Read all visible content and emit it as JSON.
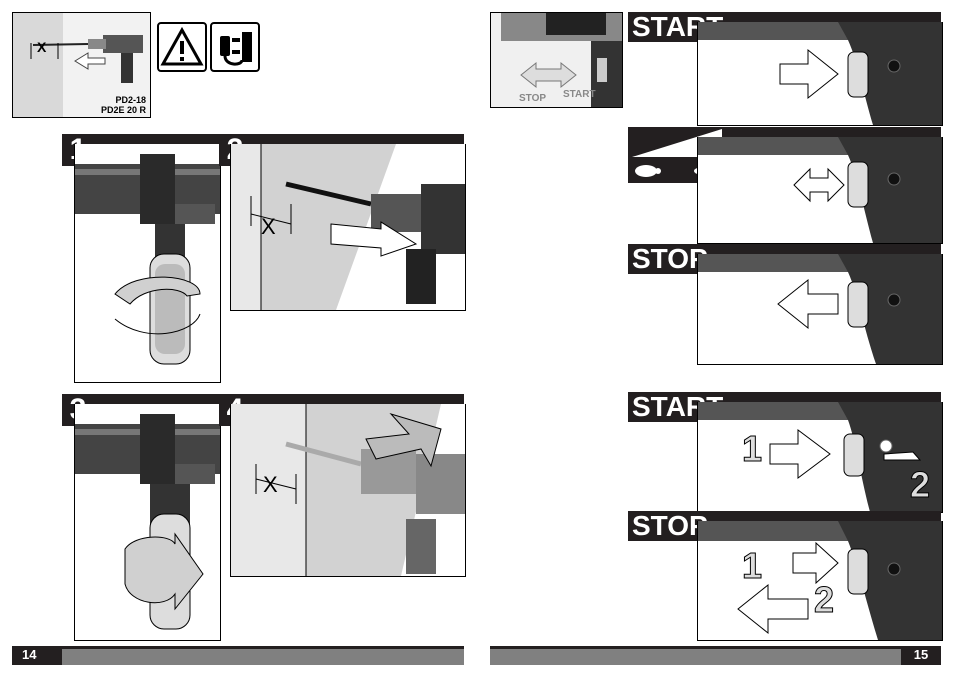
{
  "left_page": {
    "model_label_line1": "PD2-18",
    "model_label_line2": "PD2E 20 R",
    "steps": [
      "1",
      "2",
      "3",
      "4"
    ],
    "dimension_label": "X",
    "page_number": "14"
  },
  "right_page": {
    "switch_labels": {
      "stop": "STOP",
      "start": "START"
    },
    "sections": [
      {
        "title": "START"
      },
      {
        "title": ""
      },
      {
        "title": "STOP"
      },
      {
        "title": "START"
      },
      {
        "title": "STOP"
      }
    ],
    "sequence_labels": [
      "1",
      "2"
    ],
    "page_number": "15"
  },
  "icons": [
    "warning-icon",
    "unplug-icon",
    "tortoise-icon",
    "hare-icon"
  ],
  "colors": {
    "dark": "#231f20",
    "footer_gray": "#808080",
    "wall": "#d9d9d9"
  }
}
